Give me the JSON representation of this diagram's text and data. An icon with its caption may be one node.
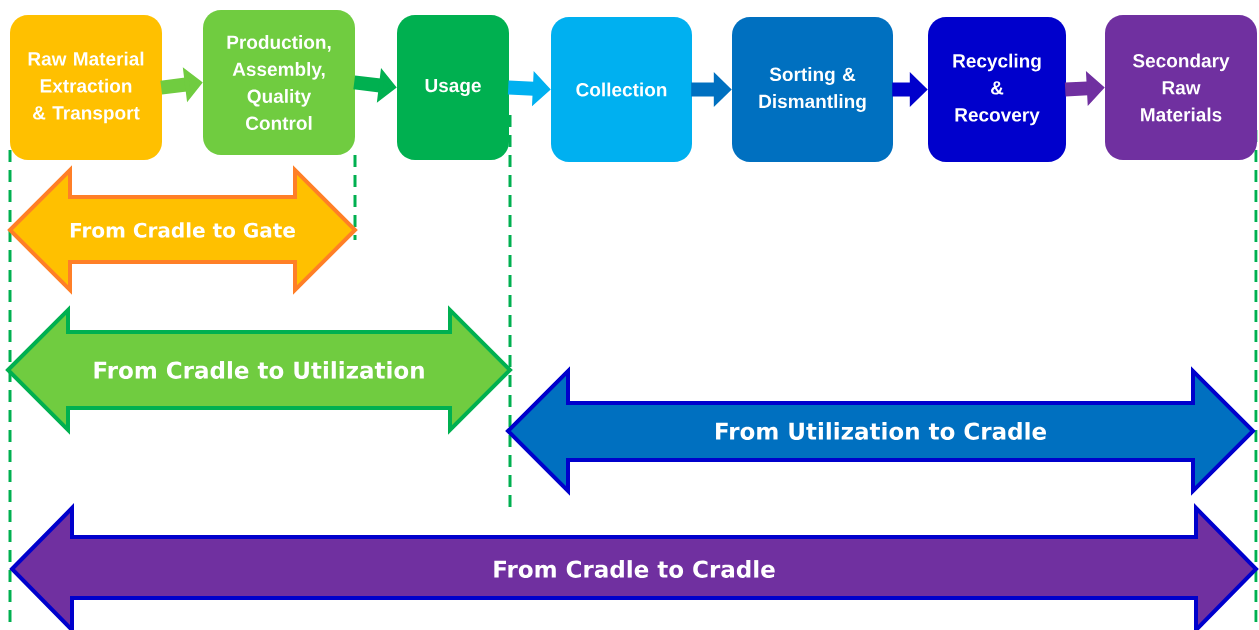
{
  "diagram": {
    "nodes": [
      {
        "text": [
          "Raw Material Extraction & Transport"
        ]
      },
      {
        "text": [
          "Production, Assembly, Quality Control"
        ]
      },
      {
        "text": [
          "Usage"
        ]
      },
      {
        "text": [
          "Collection"
        ]
      },
      {
        "text": [
          "Sorting & Dismantling"
        ]
      },
      {
        "text": [
          "Recycling & Recovery"
        ]
      },
      {
        "text": [
          "Secondary Raw Materials"
        ]
      },
      {
        "text": [
          "From Cradle to Gate"
        ]
      },
      {
        "text": [
          "From Cradle to Utilization"
        ]
      },
      {
        "text": [
          "From Utilization to Cradle"
        ]
      },
      {
        "text": [
          "From Cradle to Cradle"
        ]
      }
    ],
    "edges": [
      {
        "from": 0,
        "to": 1,
        "arrow": "to",
        "color": "#70cc40"
      },
      {
        "from": 1,
        "to": 2,
        "arrow": "to",
        "color": "#00b050"
      },
      {
        "from": 2,
        "to": 3,
        "arrow": "to",
        "color": "#00b0f0"
      },
      {
        "from": 3,
        "to": 4,
        "arrow": "to",
        "color": "#0070c0"
      },
      {
        "from": 4,
        "to": 5,
        "arrow": "to",
        "color": "#0000cc"
      },
      {
        "from": 5,
        "to": 6,
        "arrow": "to",
        "color": "#7030a0"
      }
    ]
  }
}
